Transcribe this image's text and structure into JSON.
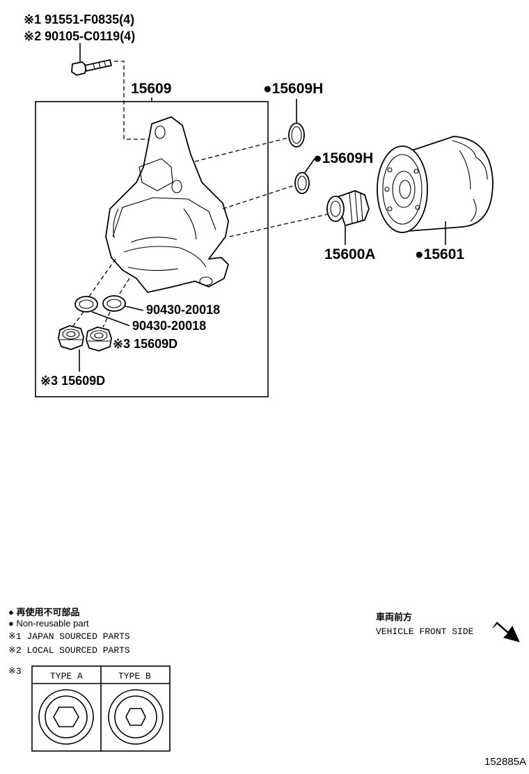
{
  "callouts": {
    "bolt_japan": "※1 91551-F0835(4)",
    "bolt_local": "※2 90105-C0119(4)",
    "housing": "15609",
    "oring_upper": "●15609H",
    "oring_lower": "●15609H",
    "filter_union": "15600A",
    "oil_filter": "●15601",
    "gasket_1": "90430-20018",
    "gasket_2": "90430-20018",
    "plug_right": "※3 15609D",
    "plug_left": "※3 15609D"
  },
  "legend": {
    "line1": "● 再使用不可部品",
    "line2": "● Non-reusable part",
    "line3": "※1 JAPAN SOURCED PARTS",
    "line4": "※2 LOCAL SOURCED PARTS",
    "note3": "※3",
    "type_a": "TYPE A",
    "type_b": "TYPE B"
  },
  "direction": {
    "japanese": "車両前方",
    "english": "VEHICLE FRONT SIDE"
  },
  "diagram_id": "152885A"
}
